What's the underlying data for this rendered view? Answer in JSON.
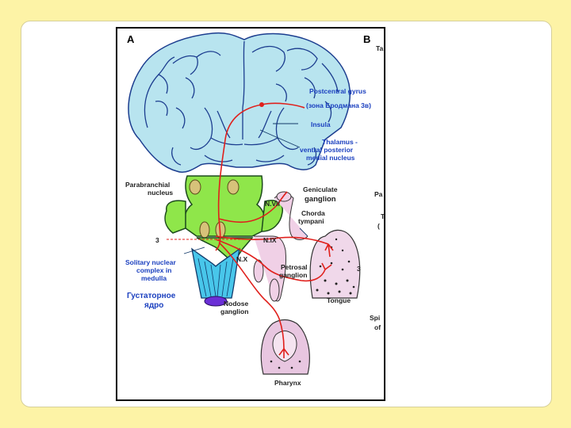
{
  "panels": {
    "a": "A",
    "b": "B"
  },
  "labels": {
    "postcentral_gyrus": "Postcentral gyrus",
    "brodmann_zone": "(зона Бродмана 3в)",
    "insula": "Insula",
    "thalamus_line1": "Thalamus -",
    "thalamus_line2": "ventral posterior",
    "thalamus_line3": "medial nucleus",
    "parabranchial_line1": "Parabranchial",
    "parabranchial_line2": "nucleus",
    "geniculate_line1": "Geniculate",
    "geniculate_line2": "ganglion",
    "n_vii": "N.VII",
    "chorda_line1": "Chorda",
    "chorda_line2": "tympani",
    "n_ix": "N.IX",
    "n_x": "N.X",
    "three_left": "3",
    "three_right": "3",
    "solitary_line1": "Solitary nuclear",
    "solitary_line2": "complex in",
    "solitary_line3": "medulla",
    "gustatory_line1": "Густаторное",
    "gustatory_line2": "ядро",
    "petrosal_line1": "Petrosal",
    "petrosal_line2": "ganglion",
    "nodose_line1": "Nodose",
    "nodose_line2": "ganglion",
    "tongue": "Tongue",
    "pharynx": "Pharynx",
    "cut_ta": "Ta",
    "cut_pa": "Pa",
    "cut_t": "T",
    "cut_paren": "(",
    "cut_spi": "Spi",
    "cut_of": "of"
  },
  "colors": {
    "background": "#fdf3a6",
    "brain": "#b8e4ef",
    "brainstem": "#8fe64a",
    "medulla": "#48c6ea",
    "pathway": "#e0201c",
    "organ": "#e8c6e0",
    "label_blue": "#1a3fbf"
  }
}
